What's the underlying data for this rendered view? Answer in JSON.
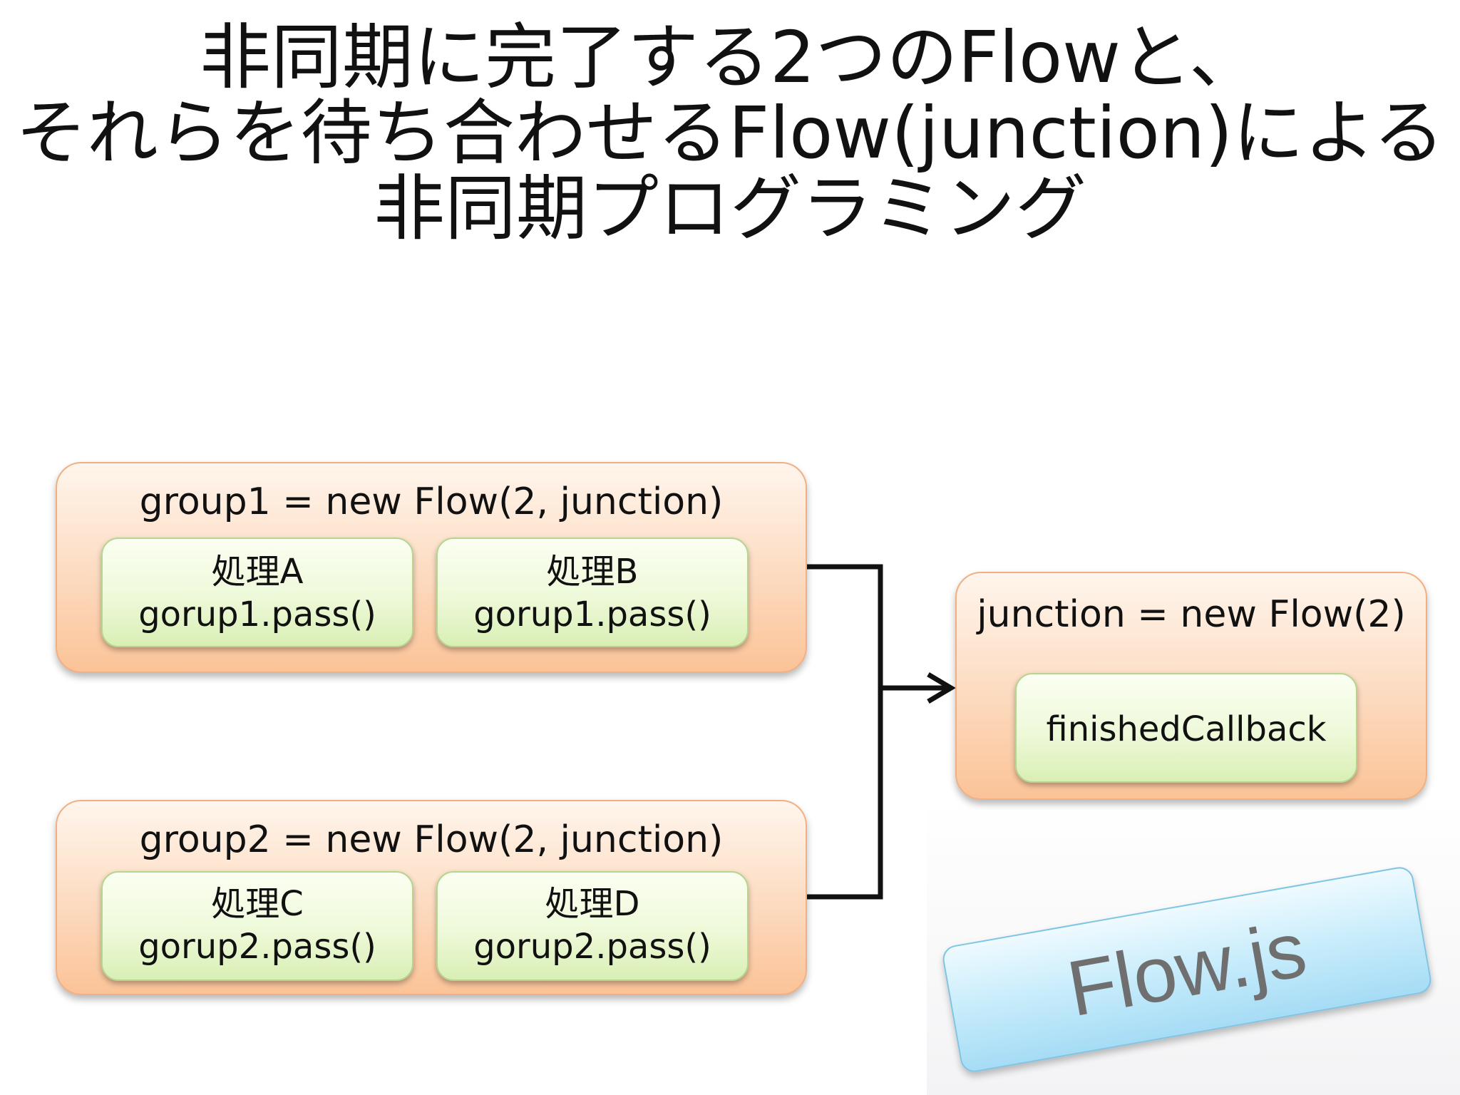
{
  "title": {
    "line1": "非同期に完了する2つのFlowと、",
    "line2": "それらを待ち合わせるFlow(junction)による",
    "line3": "非同期プログラミング"
  },
  "group1": {
    "label": "group1 = new Flow(2, junction)",
    "tasks": [
      {
        "name": "処理A",
        "call": "gorup1.pass()"
      },
      {
        "name": "処理B",
        "call": "gorup1.pass()"
      }
    ]
  },
  "group2": {
    "label": "group2 = new Flow(2, junction)",
    "tasks": [
      {
        "name": "処理C",
        "call": "gorup2.pass()"
      },
      {
        "name": "処理D",
        "call": "gorup2.pass()"
      }
    ]
  },
  "junction": {
    "label": "junction = new Flow(2)",
    "callback": "finishedCallback"
  },
  "badge": {
    "label": "Flow.js"
  },
  "colors": {
    "group_fill": "#fbc397",
    "group_border": "#f0b083",
    "task_fill": "#eef9d9",
    "task_border": "#b6d58e",
    "badge_fill": "#c7ecfb",
    "badge_text": "#6f6f6f",
    "connector": "#111111"
  }
}
